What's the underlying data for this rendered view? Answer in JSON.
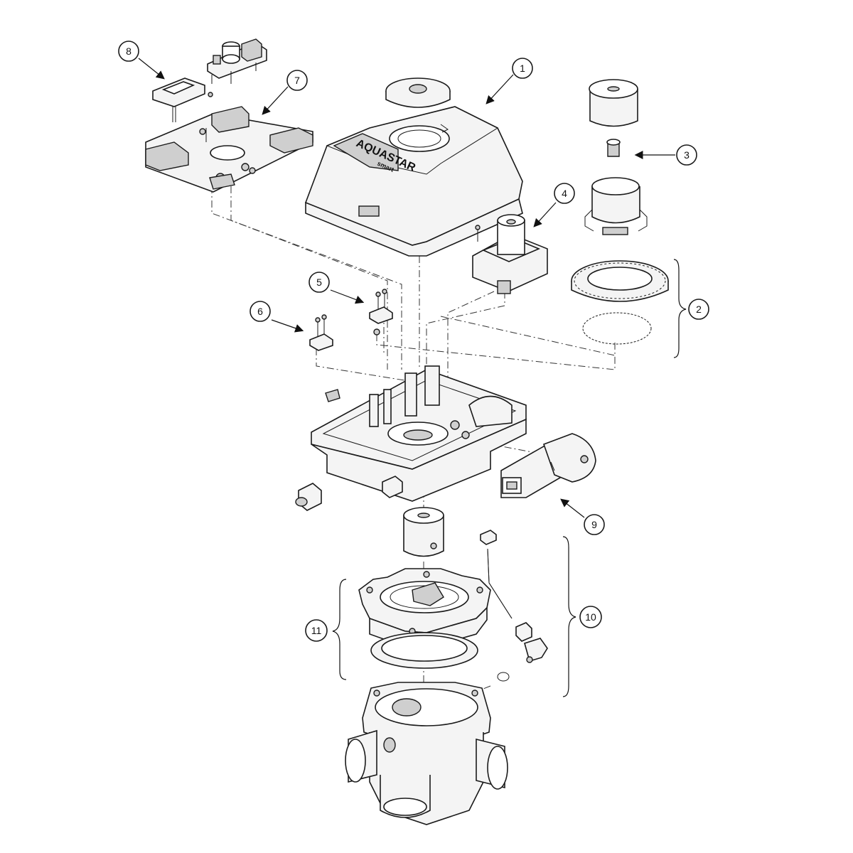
{
  "diagram": {
    "brand_name": "AQUASTAR",
    "brand_sub": "smart",
    "callouts": [
      "1",
      "2",
      "3",
      "4",
      "5",
      "6",
      "7",
      "8",
      "9",
      "10",
      "11"
    ]
  }
}
